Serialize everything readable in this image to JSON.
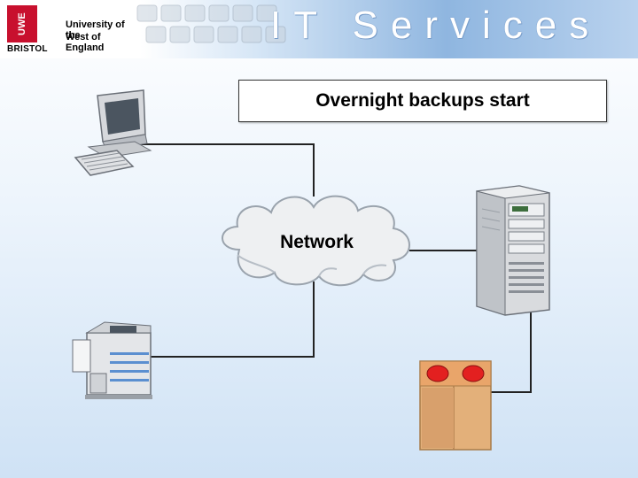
{
  "header": {
    "logo_badge": "UWE",
    "logo_city": "BRISTOL",
    "logo_line1": "University of the",
    "logo_line2": "West of England",
    "title": "IT Services"
  },
  "diagram": {
    "status_text": "Overnight backups start",
    "network_label": "Network",
    "nodes": [
      {
        "id": "workstation",
        "icon": "computer-icon"
      },
      {
        "id": "printer",
        "icon": "printer-icon"
      },
      {
        "id": "server",
        "icon": "server-icon"
      },
      {
        "id": "tape-library",
        "icon": "tape-drive-icon"
      }
    ],
    "colors": {
      "link": "#222222",
      "tape_body": "#e3b07a",
      "tape_lamp": "#e32020",
      "cloud": "#eef0f2"
    }
  }
}
